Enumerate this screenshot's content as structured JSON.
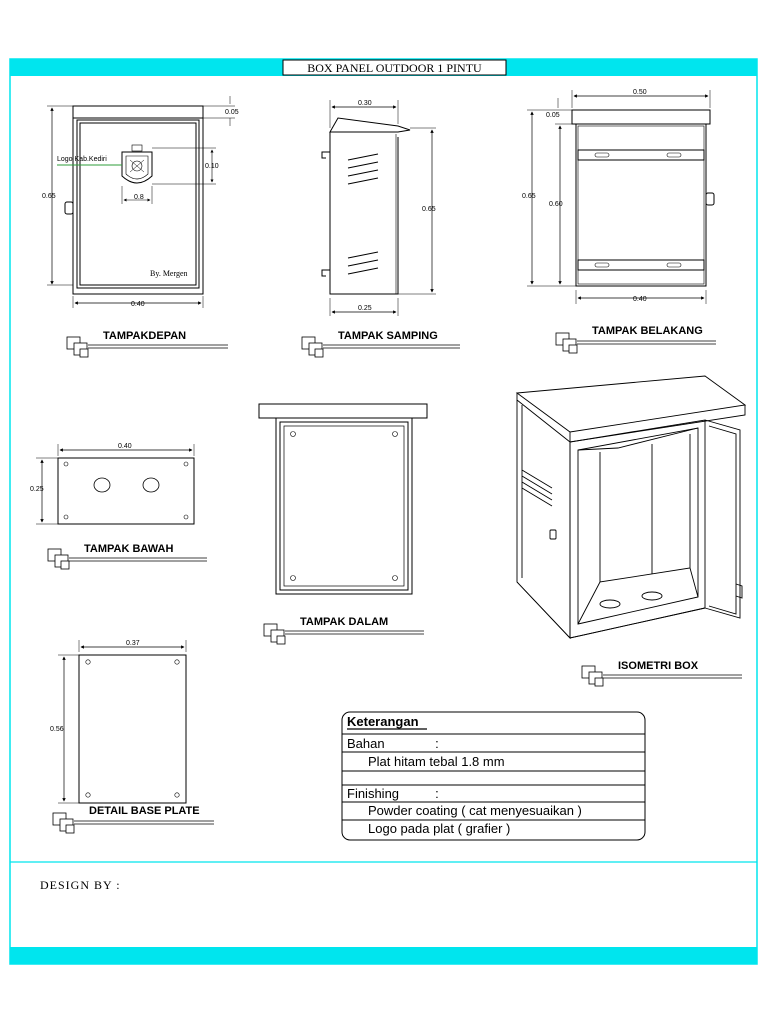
{
  "title": "BOX PANEL OUTDOOR 1 PINTU",
  "design_by": "DESIGN BY  :",
  "colors": {
    "frame": "#00e5ee",
    "line": "#000000",
    "logo_leader": "#2e9e3a"
  },
  "views": {
    "depan": {
      "label": "TAMPAKDEPAN",
      "logo_label": "Logo Kab.Kediri",
      "signature": "By. Mergen",
      "dims": {
        "top": "0.05",
        "height": "0.65",
        "logo_h": "0.10",
        "logo_w": "0.8",
        "width": "0.40"
      }
    },
    "samping": {
      "label": "TAMPAK SAMPING",
      "dims": {
        "top": "0.30",
        "height": "0.65",
        "bottom": "0.25"
      }
    },
    "belakang": {
      "label": "TAMPAK BELAKANG",
      "dims": {
        "top": "0.50",
        "roof": "0.05",
        "height": "0.65",
        "inner": "0.60",
        "width": "0.40"
      }
    },
    "bawah": {
      "label": "TAMPAK BAWAH",
      "dims": {
        "width": "0.40",
        "height": "0.25"
      }
    },
    "dalam": {
      "label": "TAMPAK DALAM"
    },
    "isometri": {
      "label": "ISOMETRI BOX"
    },
    "base_plate": {
      "label": "DETAIL BASE PLATE",
      "dims": {
        "width": "0.37",
        "height": "0.56"
      }
    }
  },
  "keterangan": {
    "heading": "Keterangan",
    "rows": [
      "Bahan              :",
      "Plat hitam tebal 1.8 mm",
      "",
      "Finishing          :",
      "Powder coating ( cat menyesuaikan )",
      "Logo pada plat ( grafier )"
    ]
  }
}
